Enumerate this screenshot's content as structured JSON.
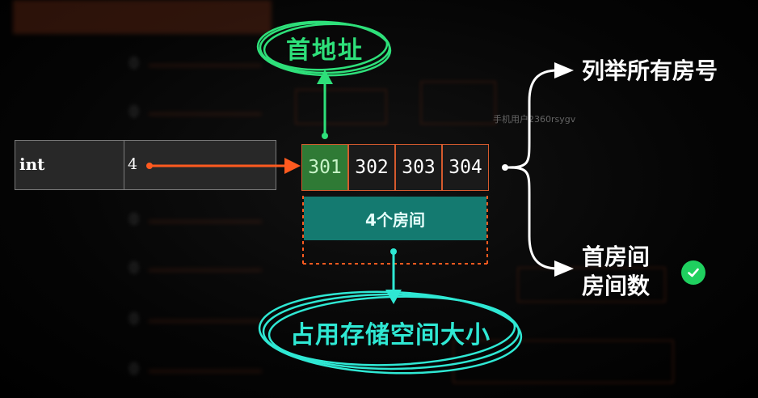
{
  "background_rows": [
    {
      "type": "",
      "value": "0"
    },
    {
      "type": "",
      "value": "0"
    },
    {
      "type": "",
      "value": "0"
    },
    {
      "type": "",
      "value": "0"
    },
    {
      "type": "",
      "value": "0"
    },
    {
      "type": "",
      "value": "0"
    }
  ],
  "int_row": {
    "type": "int",
    "value": "4"
  },
  "memory": {
    "cells": [
      "301",
      "302",
      "303",
      "304"
    ],
    "size_label": "4个房间"
  },
  "labels": {
    "first_address": "首地址",
    "storage_size": "占用存储空间大小",
    "list_all": "列举所有房号",
    "first_room": "首房间",
    "room_count": "房间数"
  },
  "watermark": "手机用户2360rsygv",
  "icons": {
    "check": "check-circle-icon"
  },
  "colors": {
    "highlight_green": "#2ee07a",
    "teal": "#2fe8d4",
    "orange": "#d55a2d",
    "first_cell": "#2f7a35",
    "rooms_bar": "#147a70"
  }
}
